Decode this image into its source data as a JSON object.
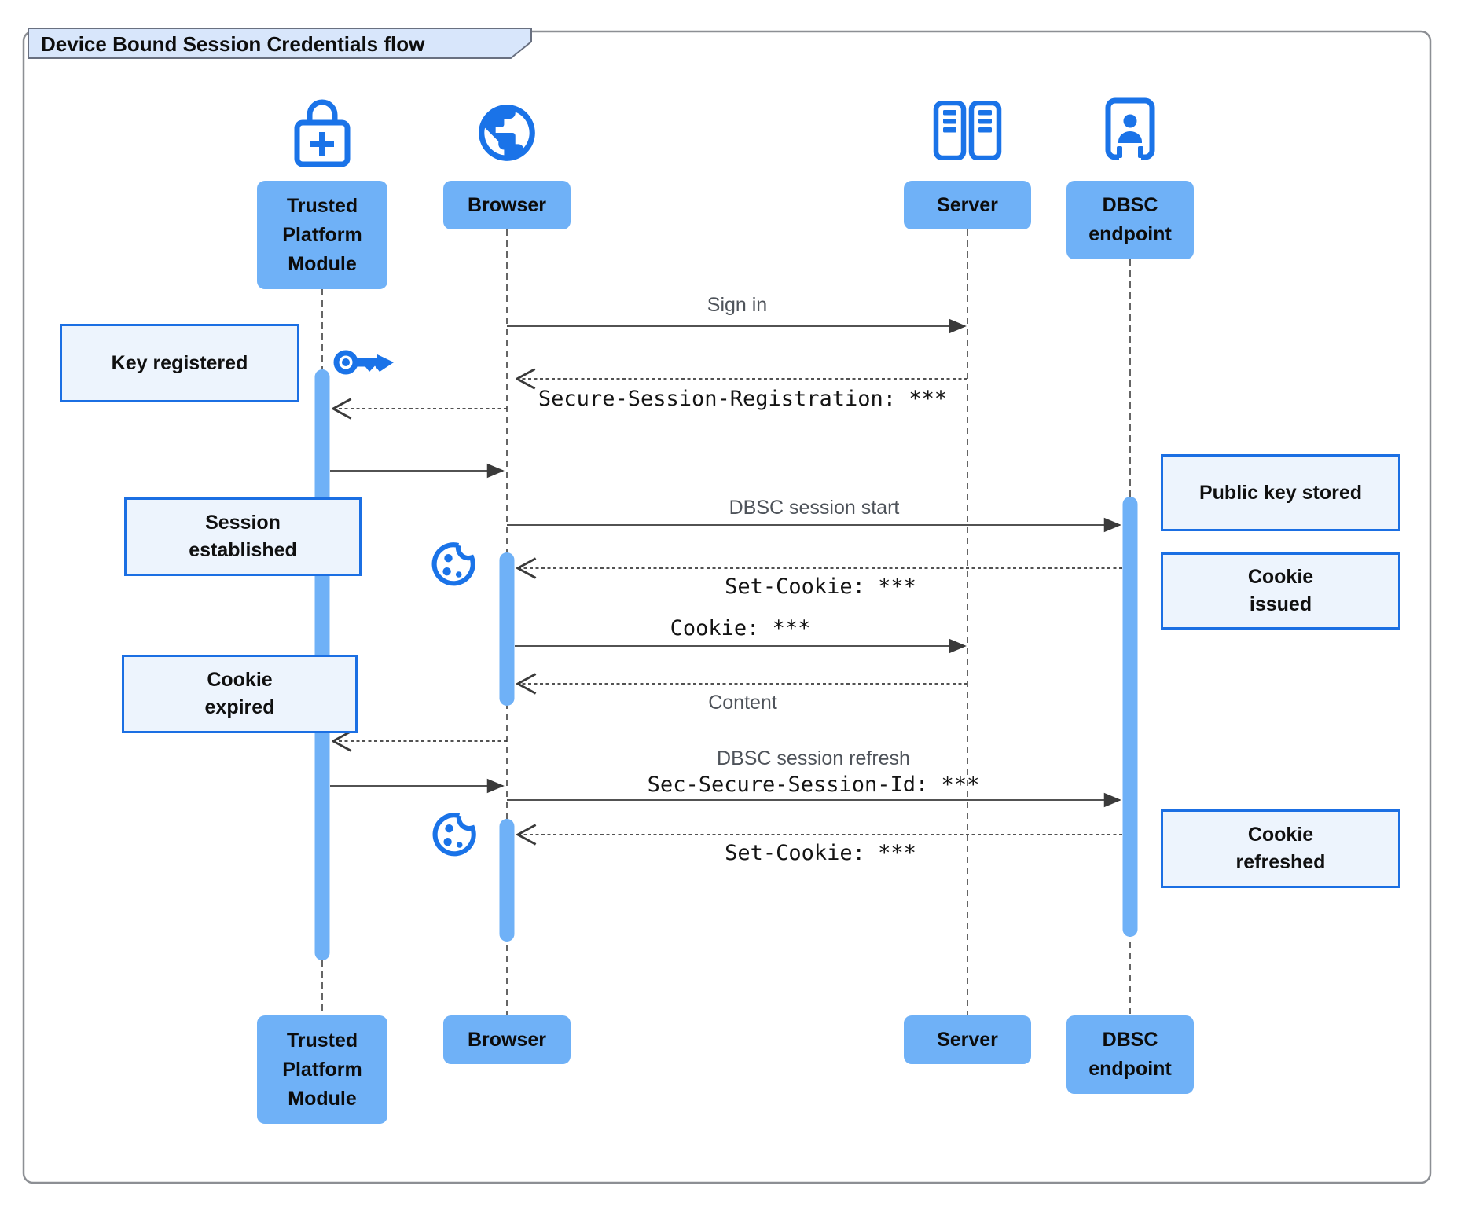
{
  "title": "Device Bound Session Credentials flow",
  "colors": {
    "icon_blue": "#1a73e8",
    "actor_fill": "#6fb1f7",
    "activation_fill": "#6fb1f7",
    "note_fill": "#edf4fd",
    "note_border": "#1b6fe3",
    "tab_fill": "#d8e6fb",
    "frame_border": "#8c8f94",
    "arrow": "#3a3a3a",
    "message_gray": "#4e535a"
  },
  "actors": [
    {
      "id": "tpm",
      "label": "Trusted\nPlatform\nModule",
      "icon": "lock-plus-icon"
    },
    {
      "id": "browser",
      "label": "Browser",
      "icon": "globe-icon"
    },
    {
      "id": "server",
      "label": "Server",
      "icon": "server-rack-icon"
    },
    {
      "id": "dbsc",
      "label": "DBSC\nendpoint",
      "icon": "person-badge-icon"
    }
  ],
  "messages": {
    "sign_in": {
      "label": "Sign in",
      "from": "Browser",
      "to": "Server",
      "line": "solid",
      "font": "sans"
    },
    "secure_session_registration": {
      "label": "Secure-Session-Registration: ***",
      "from": "Server",
      "to": "Browser",
      "line": "dashed",
      "font": "mono"
    },
    "dbsc_session_start": {
      "label": "DBSC session start",
      "from": "Browser",
      "to": "DBSC endpoint",
      "line": "solid",
      "font": "sans"
    },
    "set_cookie_1": {
      "label": "Set-Cookie: ***",
      "from": "DBSC endpoint",
      "to": "Browser",
      "line": "dashed",
      "font": "mono"
    },
    "cookie": {
      "label": "Cookie: ***",
      "from": "Browser",
      "to": "Server",
      "line": "solid",
      "font": "mono"
    },
    "content": {
      "label": "Content",
      "from": "Server",
      "to": "Browser",
      "line": "dashed",
      "font": "sans"
    },
    "dbsc_session_refresh": {
      "label": "DBSC session refresh",
      "from": "Browser",
      "to": "DBSC endpoint",
      "line": "solid",
      "font": "sans"
    },
    "sec_secure_session_id": {
      "label": "Sec-Secure-Session-Id: ***",
      "from": "Browser",
      "to": "DBSC endpoint",
      "line": "solid",
      "font": "mono"
    },
    "set_cookie_2": {
      "label": "Set-Cookie: ***",
      "from": "DBSC endpoint",
      "to": "Browser",
      "line": "dashed",
      "font": "mono"
    }
  },
  "notes": {
    "key_registered": "Key registered",
    "session_established": "Session\nestablished",
    "cookie_expired": "Cookie\nexpired",
    "public_key_stored": "Public key stored",
    "cookie_issued": "Cookie\nissued",
    "cookie_refreshed": "Cookie\nrefreshed"
  },
  "decorative_icons": [
    "key-icon",
    "cookie-icon",
    "cookie-icon"
  ]
}
